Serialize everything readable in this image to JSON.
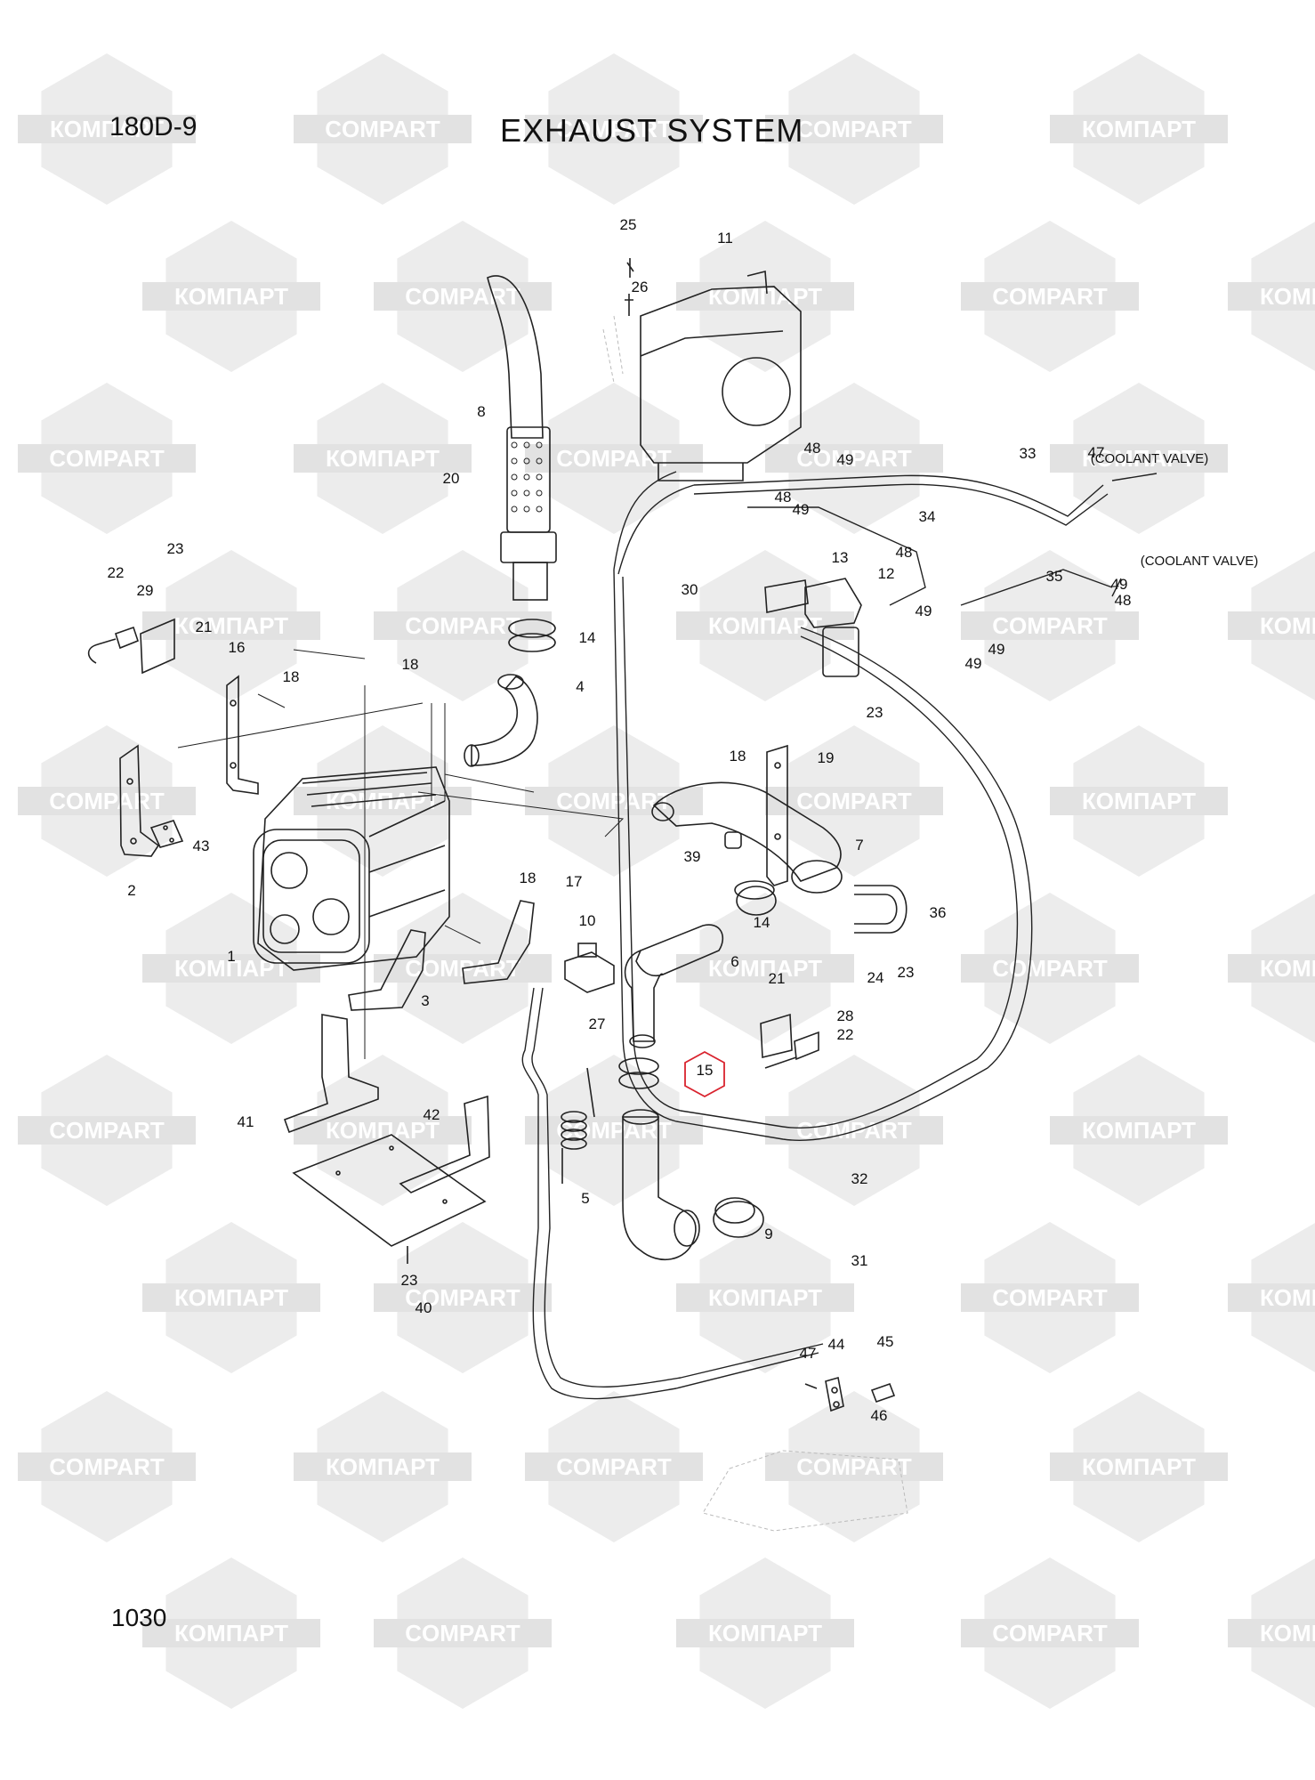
{
  "header": {
    "model": "180D-9",
    "title": "EXHAUST SYSTEM"
  },
  "footer": {
    "page_number": "1030"
  },
  "watermark": {
    "cyrillic": "КОМПАРТ",
    "latin": "COMPART"
  },
  "diagram": {
    "highlighted_part": "15",
    "highlight_color": "#d9232e",
    "line_color": "#222222",
    "callouts": [
      "1",
      "2",
      "3",
      "4",
      "5",
      "6",
      "7",
      "8",
      "9",
      "10",
      "11",
      "12",
      "13",
      "14",
      "14",
      "15",
      "16",
      "17",
      "18",
      "18",
      "18",
      "18",
      "19",
      "20",
      "21",
      "21",
      "22",
      "22",
      "23",
      "23",
      "23",
      "23",
      "24",
      "25",
      "26",
      "27",
      "28",
      "29",
      "30",
      "31",
      "32",
      "33",
      "34",
      "35",
      "36",
      "39",
      "40",
      "41",
      "42",
      "43",
      "44",
      "45",
      "46",
      "47",
      "47",
      "48",
      "48",
      "48",
      "48",
      "49",
      "49",
      "49",
      "49",
      "49",
      "49"
    ],
    "notes": [
      "(COOLANT VALVE)",
      "(COOLANT VALVE)"
    ]
  }
}
